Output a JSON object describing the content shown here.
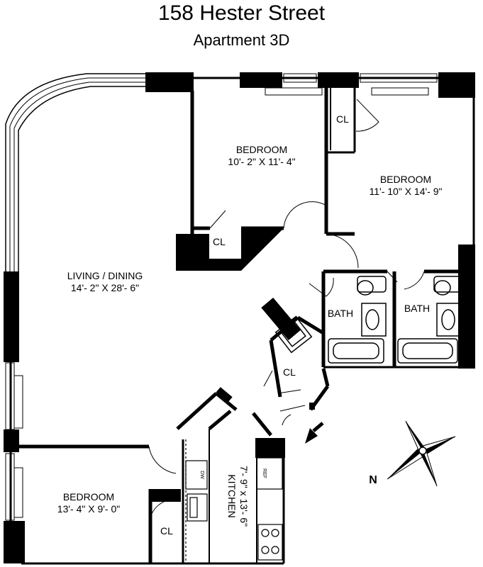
{
  "header": {
    "title": "158 Hester Street",
    "subtitle": "Apartment 3D"
  },
  "rooms": {
    "living": {
      "name": "LIVING / DINING",
      "dims": "14'- 2\" X 28'- 6\""
    },
    "bedroom_top": {
      "name": "BEDROOM",
      "dims": "10'- 2\" X 11'- 4\""
    },
    "bedroom_right": {
      "name": "BEDROOM",
      "dims": "11'- 10\" X 14'- 9\""
    },
    "bedroom_bottom": {
      "name": "BEDROOM",
      "dims": "13'- 4\" X 9'- 0\""
    },
    "kitchen": {
      "name": "KITCHEN",
      "dims": "7'- 9\" x 13'- 6\""
    },
    "bath_left": {
      "name": "BATH"
    },
    "bath_right": {
      "name": "BATH"
    }
  },
  "closets": {
    "cl_top_bedroom": "CL",
    "cl_right_bedroom": "CL",
    "cl_hall": "CL",
    "cl_bottom_bedroom": "CL"
  },
  "appliances": {
    "dw": "DW",
    "ref": "REF"
  },
  "compass": {
    "north_label": "N"
  },
  "colors": {
    "wall": "#000000",
    "background": "#ffffff"
  }
}
